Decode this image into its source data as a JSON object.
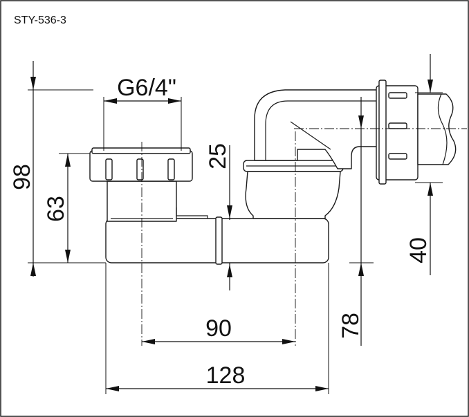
{
  "drawing": {
    "code": "STY-536-3",
    "thread_label": "G6/4\"",
    "dimensions": {
      "overall_height": "98",
      "inlet_height": "63",
      "elbow_drop": "25",
      "outlet_height": "40",
      "right_height": "78",
      "center_distance": "90",
      "overall_width": "128"
    }
  }
}
